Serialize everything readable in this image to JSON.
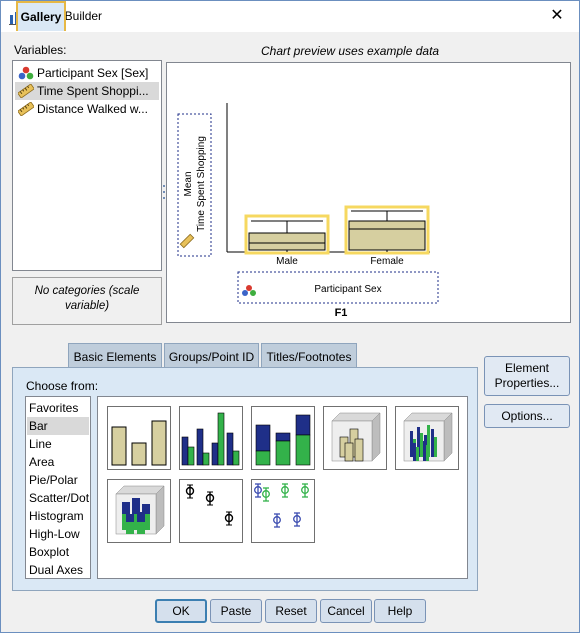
{
  "window": {
    "title": "Chart Builder"
  },
  "variables": {
    "label": "Variables:",
    "items": [
      {
        "label": "Participant Sex [Sex]",
        "icon": "nominal-icon",
        "selected": false
      },
      {
        "label": "Time Spent Shoppi...",
        "icon": "scale-ruler-icon",
        "selected": true
      },
      {
        "label": "Distance Walked w...",
        "icon": "scale-ruler-icon",
        "selected": false
      }
    ],
    "no_categories": "No categories (scale variable)"
  },
  "preview": {
    "caption": "Chart preview uses example data",
    "y_axis": {
      "line1": "Mean",
      "line2": "Time Spent Shopping"
    },
    "x_axis_label": "Participant Sex",
    "categories": [
      "Male",
      "Female"
    ],
    "element_label": "F1"
  },
  "tabs": [
    "Gallery",
    "Basic Elements",
    "Groups/Point ID",
    "Titles/Footnotes"
  ],
  "choose_from": {
    "label": "Choose from:",
    "items": [
      "Favorites",
      "Bar",
      "Line",
      "Area",
      "Pie/Polar",
      "Scatter/Dot",
      "Histogram",
      "High-Low",
      "Boxplot",
      "Dual Axes"
    ],
    "selected": "Bar"
  },
  "gallery": {
    "thumbnails": [
      "simple-bar",
      "clustered-bar",
      "stacked-bar",
      "3d-simple-bar",
      "3d-clustered-bar",
      "3d-stacked-bar",
      "simple-error-bar",
      "clustered-error-bar"
    ]
  },
  "side_buttons": {
    "element_properties": "Element Properties...",
    "options": "Options..."
  },
  "buttons": {
    "ok": "OK",
    "paste": "Paste",
    "reset": "Reset",
    "cancel": "Cancel",
    "help": "Help"
  },
  "colors": {
    "bar_tan": "#d6cfa0",
    "bar_navy": "#1f2f88",
    "bar_green": "#33b24a",
    "selection_yellow": "#f6d860",
    "tab_active_border": "#e6b845",
    "panel_blue": "#dae8f5"
  }
}
